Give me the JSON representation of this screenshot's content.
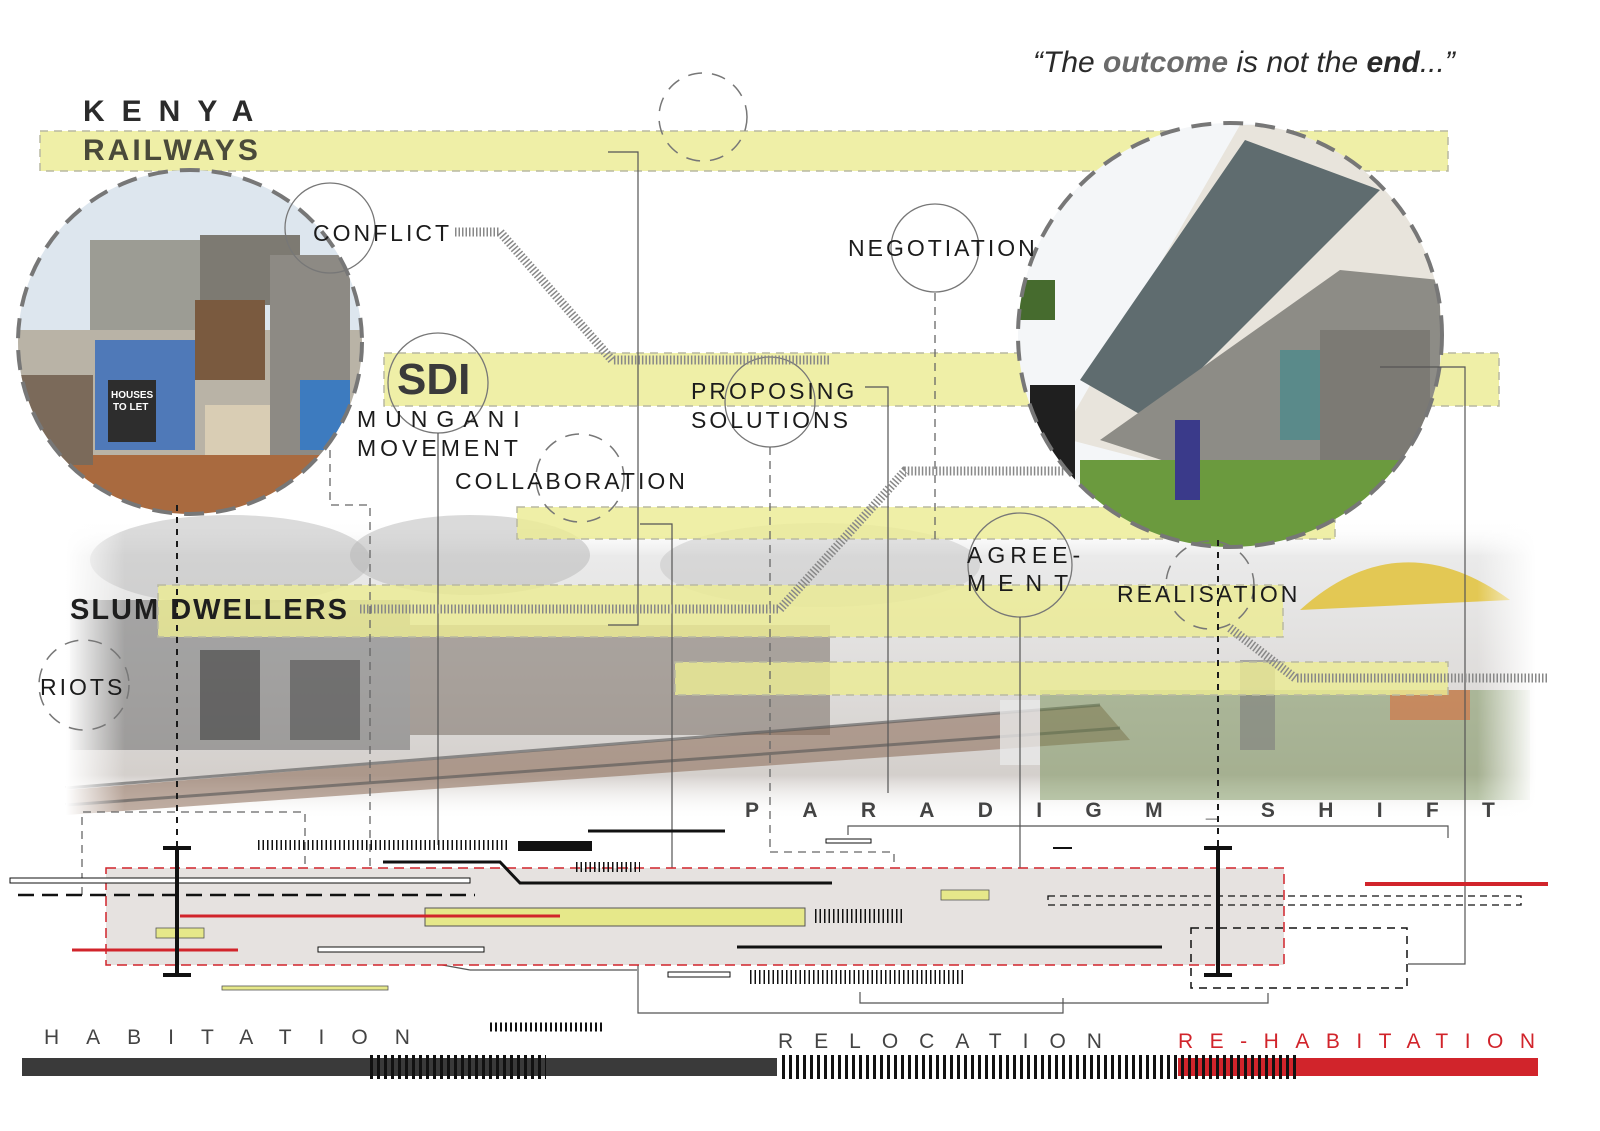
{
  "quote": {
    "prefix": "“The ",
    "word1": "outcome",
    "middle": " is not the ",
    "word2": "end",
    "suffix": "...”"
  },
  "actors": {
    "kenya": "KENYA",
    "railways": "RAILWAYS",
    "sdi": "SDI",
    "slum_dwellers": "SLUM DWELLERS",
    "mungani_line1": "MUNGANI",
    "mungani_line2": "MOVEMENT"
  },
  "process_labels": {
    "conflict": "CONFLICT",
    "negotiation": "NEGOTIATION",
    "proposing_line1": "PROPOSING",
    "proposing_line2": "SOLUTIONS",
    "collaboration": "COLLABORATION",
    "agreement_line1": "AGREE-",
    "agreement_line2": "MENT",
    "realisation": "REALISATION",
    "riots": "RIOTS"
  },
  "paradigm_shift": [
    "P",
    "A",
    "R",
    "A",
    "D",
    "I",
    "G",
    "M",
    "_",
    "S",
    "H",
    "I",
    "F",
    "T"
  ],
  "phases": {
    "habitation": "HABITATION",
    "relocation": "RELOCATION",
    "rehabitation": "RE-HABITATION"
  },
  "photos": {
    "slum_sign_line1": "HOUSES",
    "slum_sign_line2": "TO LET"
  },
  "colors": {
    "highlight": "#eaea8f",
    "red": "#d1242b",
    "dark_bar": "#3a3a3a",
    "grey_band": "#e6e2e0"
  }
}
